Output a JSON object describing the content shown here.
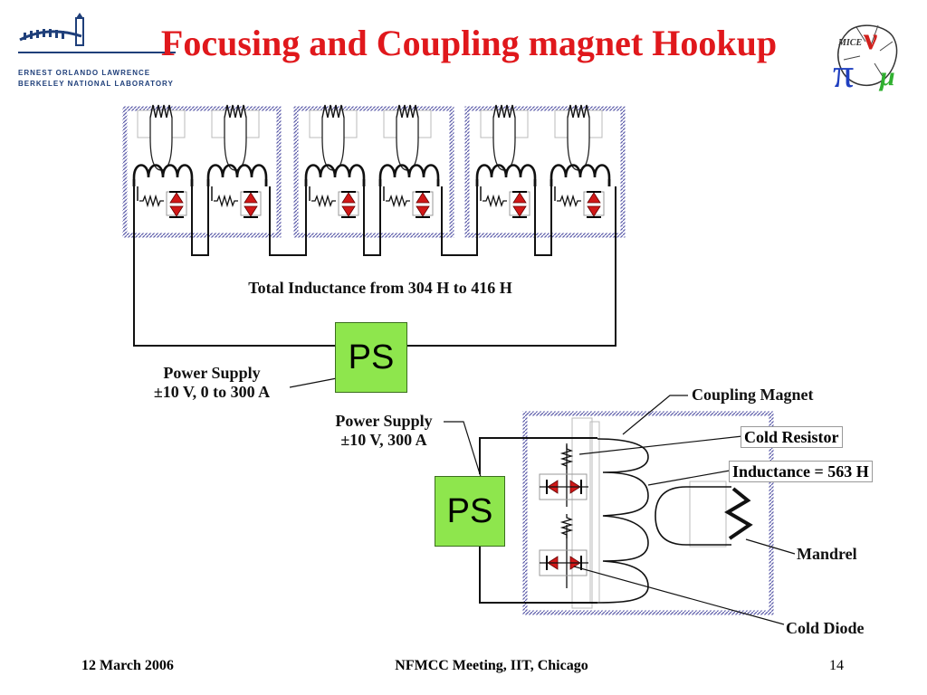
{
  "slide": {
    "title": "Focusing and Coupling magnet Hookup",
    "total_inductance": "Total Inductance from 304 H to 416 H",
    "ps_label": "PS",
    "ps1_line1": "Power Supply",
    "ps1_line2": "±10 V, 0 to 300 A",
    "ps2_line1": "Power Supply",
    "ps2_line2": "±10 V, 300 A",
    "coupling_magnet": "Coupling Magnet",
    "cold_resistor": "Cold Resistor",
    "inductance": "Inductance = 563 H",
    "mandrel": "Mandrel",
    "cold_diode": "Cold Diode"
  },
  "logos": {
    "lbnl_line1": "ERNEST ORLANDO LAWRENCE",
    "lbnl_line2": "BERKELEY NATIONAL LABORATORY",
    "mice_text": "MICE",
    "mice_glyph_nu": "ν",
    "mice_glyph_pi": "π",
    "mice_glyph_mu": "μ"
  },
  "footer": {
    "date": "12 March 2006",
    "meeting": "NFMCC Meeting, IIT, Chicago",
    "page": "14"
  },
  "colors": {
    "title": "#e0181c",
    "ps_fill": "#8ee64d",
    "diode": "#d01818",
    "enclosure": "#5a5aa8"
  }
}
